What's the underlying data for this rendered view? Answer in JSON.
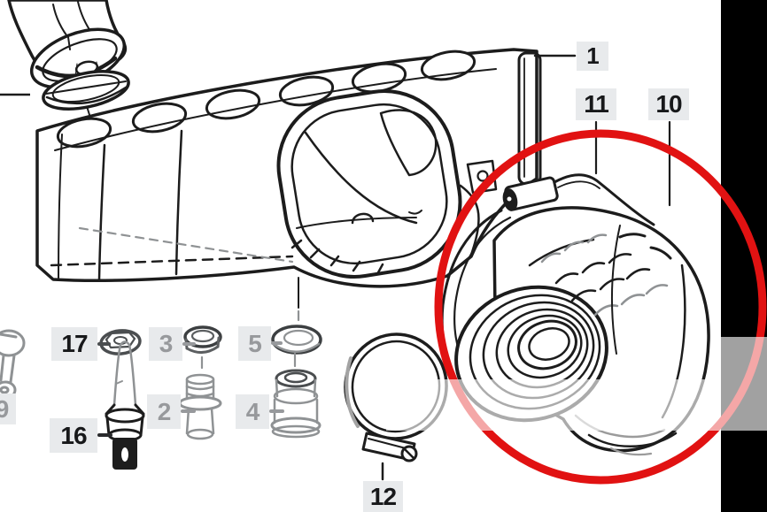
{
  "title": "exploded parts diagram - intake manifold and intake boot",
  "colors": {
    "background": "#ffffff",
    "line": "#1c1c1c",
    "washed_line": "#8f9294",
    "label_box": "#e8eaec",
    "label_dark": "#17181a",
    "label_gray": "#97999c",
    "highlight_red": "#e11212",
    "crop_bar": "#000000",
    "overlay_tint": "rgba(255,255,255,0.63)"
  },
  "callouts": [
    {
      "label": "1",
      "tone": "dark"
    },
    {
      "label": "11",
      "tone": "dark"
    },
    {
      "label": "10",
      "tone": "dark"
    },
    {
      "label": "17",
      "tone": "dark"
    },
    {
      "label": "3",
      "tone": "gray"
    },
    {
      "label": "5",
      "tone": "gray"
    },
    {
      "label": "2",
      "tone": "gray"
    },
    {
      "label": "4",
      "tone": "gray"
    },
    {
      "label": "16",
      "tone": "dark"
    },
    {
      "label": "12",
      "tone": "dark"
    },
    {
      "label": "9",
      "tone": "gray"
    }
  ],
  "highlight": {
    "shape": "ellipse",
    "stroke_width": 9
  }
}
